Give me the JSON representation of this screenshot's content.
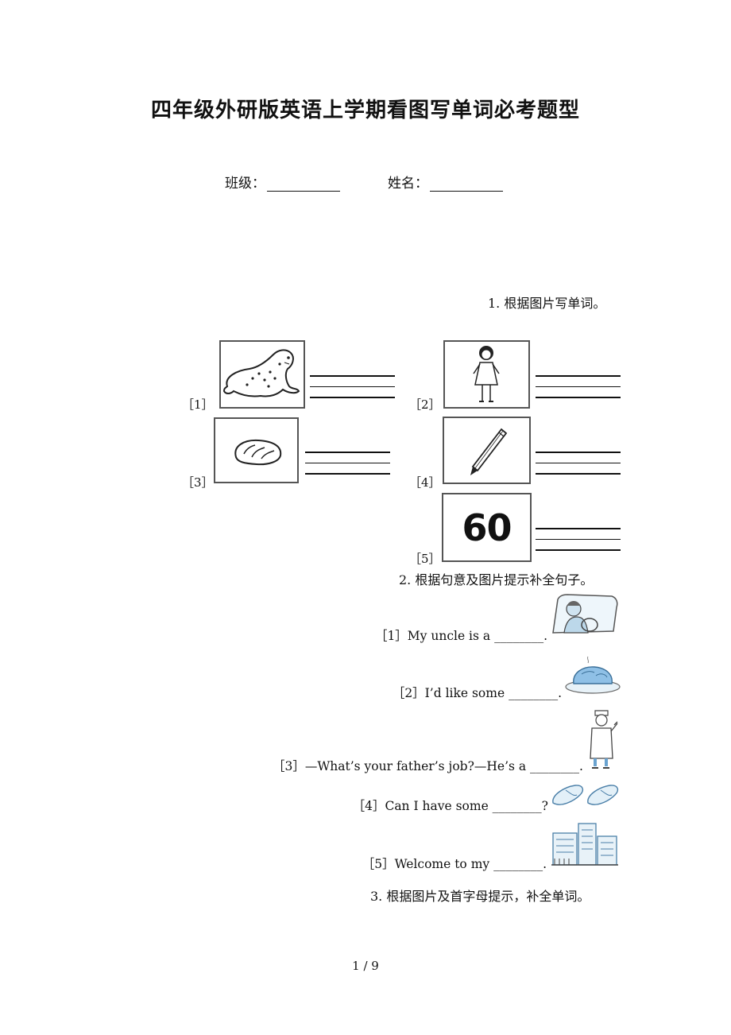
{
  "document": {
    "title": "四年级外研版英语上学期看图写单词必考题型",
    "class_label": "班级：",
    "name_label": "姓名：",
    "page_number": "1 / 9"
  },
  "section1": {
    "heading": "1. 根据图片写单词。",
    "items": [
      {
        "label": "［1］",
        "picture": "seal-icon"
      },
      {
        "label": "［2］",
        "picture": "girl-icon"
      },
      {
        "label": "［3］",
        "picture": "bread-icon"
      },
      {
        "label": "［4］",
        "picture": "pencil-icon"
      },
      {
        "label": "［5］",
        "picture": "number-60-icon",
        "number_text": "60"
      }
    ]
  },
  "section2": {
    "heading": "2. 根据句意及图片提示补全句子。",
    "items": [
      {
        "text": "［1］My uncle is a ________.",
        "picture": "driver-icon"
      },
      {
        "text": "［2］I’d like some ________.",
        "picture": "roast-chicken-icon"
      },
      {
        "text": "［3］—What’s your father’s job?—He’s a ________.",
        "picture": "doctor-icon"
      },
      {
        "text": "［4］Can I have some ________?",
        "picture": "slippers-icon"
      },
      {
        "text": "［5］Welcome to my ________.",
        "picture": "school-building-icon"
      }
    ]
  },
  "section3": {
    "heading": "3. 根据图片及首字母提示，补全单词。"
  }
}
